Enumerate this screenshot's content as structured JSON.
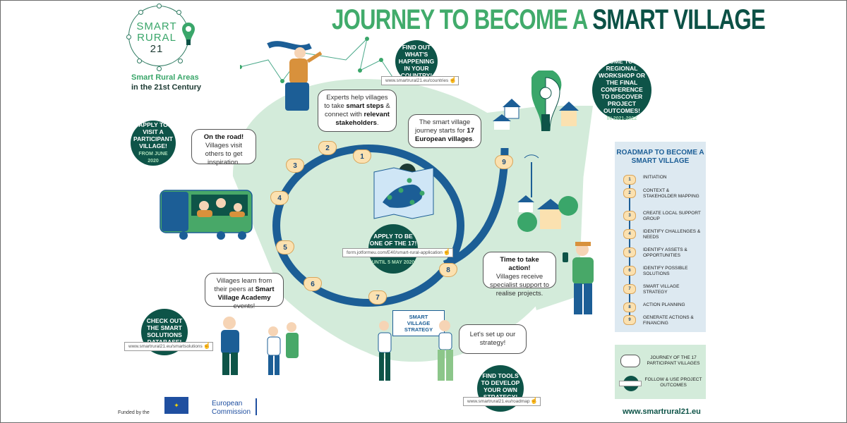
{
  "header": {
    "title_light": "JOURNEY TO BECOME A",
    "title_dark": "SMART VILLAGE"
  },
  "logo": {
    "line1": "SMART",
    "line2": "RURAL",
    "line3": "21",
    "tagline1": "Smart Rural Areas",
    "tagline2": "in the 21st Century"
  },
  "callouts": {
    "countries": {
      "text": "FIND OUT WHAT'S HAPPENING IN YOUR COUNTRY!",
      "url": "www.smartrural21.eu/countries"
    },
    "conference": {
      "text": "COME TO A REGIONAL WORKSHOP OR THE FINAL CONFERENCE TO DISCOVER PROJECT OUTCOMES!",
      "sub": "IN 2021-2022"
    },
    "visit": {
      "text": "APPLY TO VISIT A PARTICIPANT VILLAGE!",
      "sub": "FROM JUNE 2020"
    },
    "apply": {
      "text": "APPLY TO BE ONE OF THE 17!",
      "url": "form.jotformeu.com/E40/smart-rural-application",
      "sub": "UNTIL 5 MAY 2020"
    },
    "database": {
      "text": "CHECK OUT THE SMART SOLUTIONS DATABASE!",
      "url": "www.smartrural21.eu/smartsolutions"
    },
    "tools": {
      "text": "FIND TOOLS TO DEVELOP YOUR OWN STRATEGY!",
      "url": "www.smartrural21.eu/roadmap"
    }
  },
  "bubbles": {
    "experts": {
      "pre": "Experts help villages to take ",
      "b1": "smart steps",
      "mid": " & connect with ",
      "b2": "relevant stakeholders",
      "post": "."
    },
    "journey": {
      "pre": "The smart village journey starts for ",
      "b1": "17 European villages",
      "post": "."
    },
    "road": {
      "b1": "On the road!",
      "post": "Villages visit others to get inspiration."
    },
    "action": {
      "b1": "Time to take action!",
      "post": "Villages receive specialist support to realise projects."
    },
    "academy": {
      "pre": "Villages learn from their peers at ",
      "b1": "Smart Village Academy",
      "post": " events!"
    },
    "strategy": {
      "text": "Let's set up our strategy!"
    }
  },
  "sign": {
    "text": "SMART VILLAGE STRATEGY"
  },
  "journey_steps": [
    "1",
    "2",
    "3",
    "4",
    "5",
    "6",
    "7",
    "8",
    "9"
  ],
  "roadmap": {
    "title": "ROADMAP TO BECOME A SMART VILLAGE",
    "items": [
      {
        "num": "1",
        "label": "INITIATION"
      },
      {
        "num": "2",
        "label": "CONTEXT & STAKEHOLDER MAPPING"
      },
      {
        "num": "3",
        "label": "CREATE LOCAL SUPPORT GROUP"
      },
      {
        "num": "4",
        "label": "IDENTIFY CHALLENGES & NEEDS"
      },
      {
        "num": "5",
        "label": "IDENTIFY ASSETS & OPPORTUNITIES"
      },
      {
        "num": "6",
        "label": "IDENTIFY POSSIBLE SOLUTIONS"
      },
      {
        "num": "7",
        "label": "SMART VILLAGE STRATEGY"
      },
      {
        "num": "8",
        "label": "ACTION PLANNING"
      },
      {
        "num": "9",
        "label": "GENERATE ACTIONS & FINANCING"
      }
    ]
  },
  "legend": {
    "item1": "JOURNEY OF THE 17 PARTICIPANT VILLAGES",
    "item2": "FOLLOW & USE PROJECT OUTCOMES"
  },
  "footer": {
    "funded_by": "Funded by the",
    "ec_line1": "European",
    "ec_line2": "Commission",
    "site_url": "www.smartrural21.eu"
  },
  "colors": {
    "title_green": "#41ab6b",
    "title_dark": "#0c5146",
    "circle_bg": "#0e5448",
    "track_blue": "#1c5e96",
    "step_fill": "#fbe1b0",
    "light_green": "#d3ebda",
    "roadmap_bg": "#dde9f1"
  }
}
